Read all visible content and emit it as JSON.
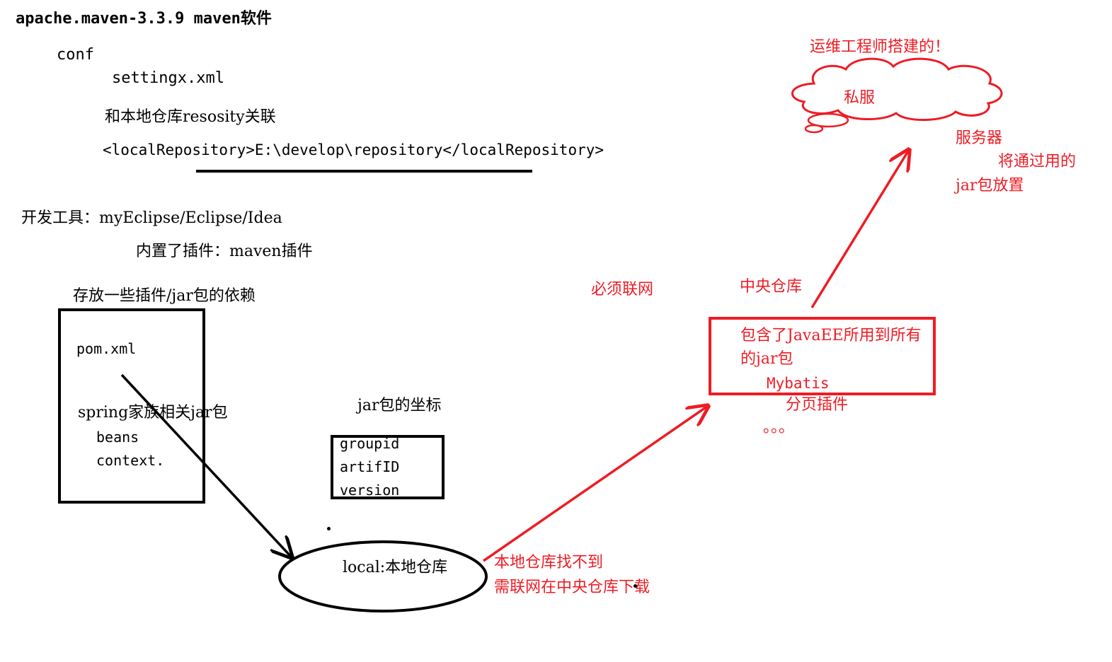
{
  "colors": {
    "ink": "#000000",
    "accent": "#ee1c24"
  },
  "install": {
    "title": "apache.maven-3.3.9  maven软件",
    "conf": "conf",
    "settings_file": "settingx.xml",
    "assoc_note": "和本地仓库resosity关联",
    "local_repo_tag": "<localRepository>E:\\develop\\repository</localRepository>"
  },
  "ide": {
    "tools": "开发工具：myEclipse/Eclipse/Idea",
    "plugin_note": "内置了插件：maven插件"
  },
  "pom_box": {
    "caption": "存放一些插件/jar包的依赖",
    "file": "pom.xml",
    "spring_line": "spring家族相关jar包",
    "item_beans": "beans",
    "item_context": "context."
  },
  "coords_box": {
    "caption": "jar包的坐标",
    "items": [
      "groupid",
      "artifID",
      "version"
    ]
  },
  "local_repo": {
    "label": "local:本地仓库",
    "note_line1": "本地仓库找不到",
    "note_line2": "需联网在中央仓库下载"
  },
  "central_repo": {
    "net_required": "必须联网",
    "title": "中央仓库",
    "line1": "包含了JavaEE所用到所有",
    "line2": "的jar包",
    "line3": "Mybatis",
    "line4": "分页插件",
    "ellipsis": "。。。"
  },
  "private_server": {
    "built_by": "运维工程师搭建的！",
    "label": "私服",
    "server": "服务器",
    "desc1": "将通过用的",
    "desc2": "jar包放置"
  }
}
